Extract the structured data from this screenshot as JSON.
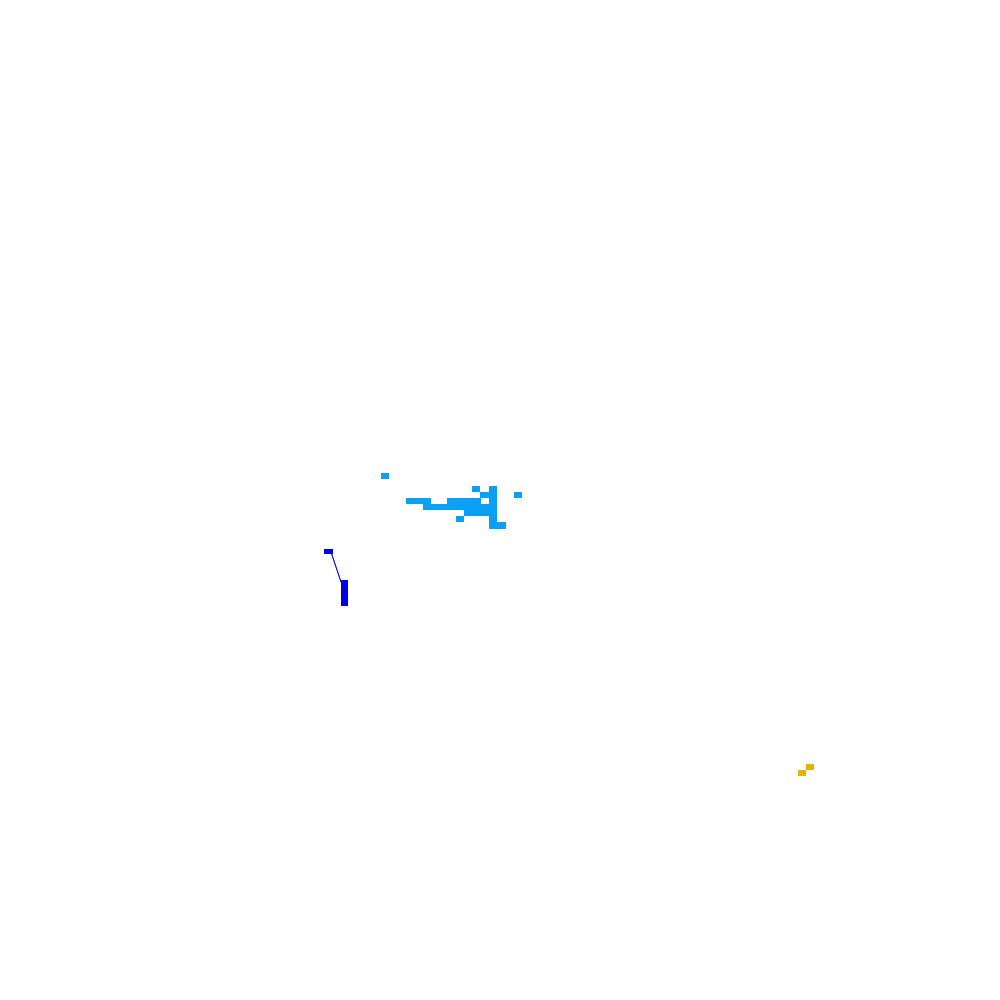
{
  "map": {
    "background": "#ffffff",
    "layers": [
      {
        "name": "light-blue-cluster",
        "color": "#0aa0f5"
      },
      {
        "name": "dark-blue-track",
        "color": "#0000e6"
      },
      {
        "name": "yellow-markers",
        "color": "#e6b400"
      }
    ]
  }
}
